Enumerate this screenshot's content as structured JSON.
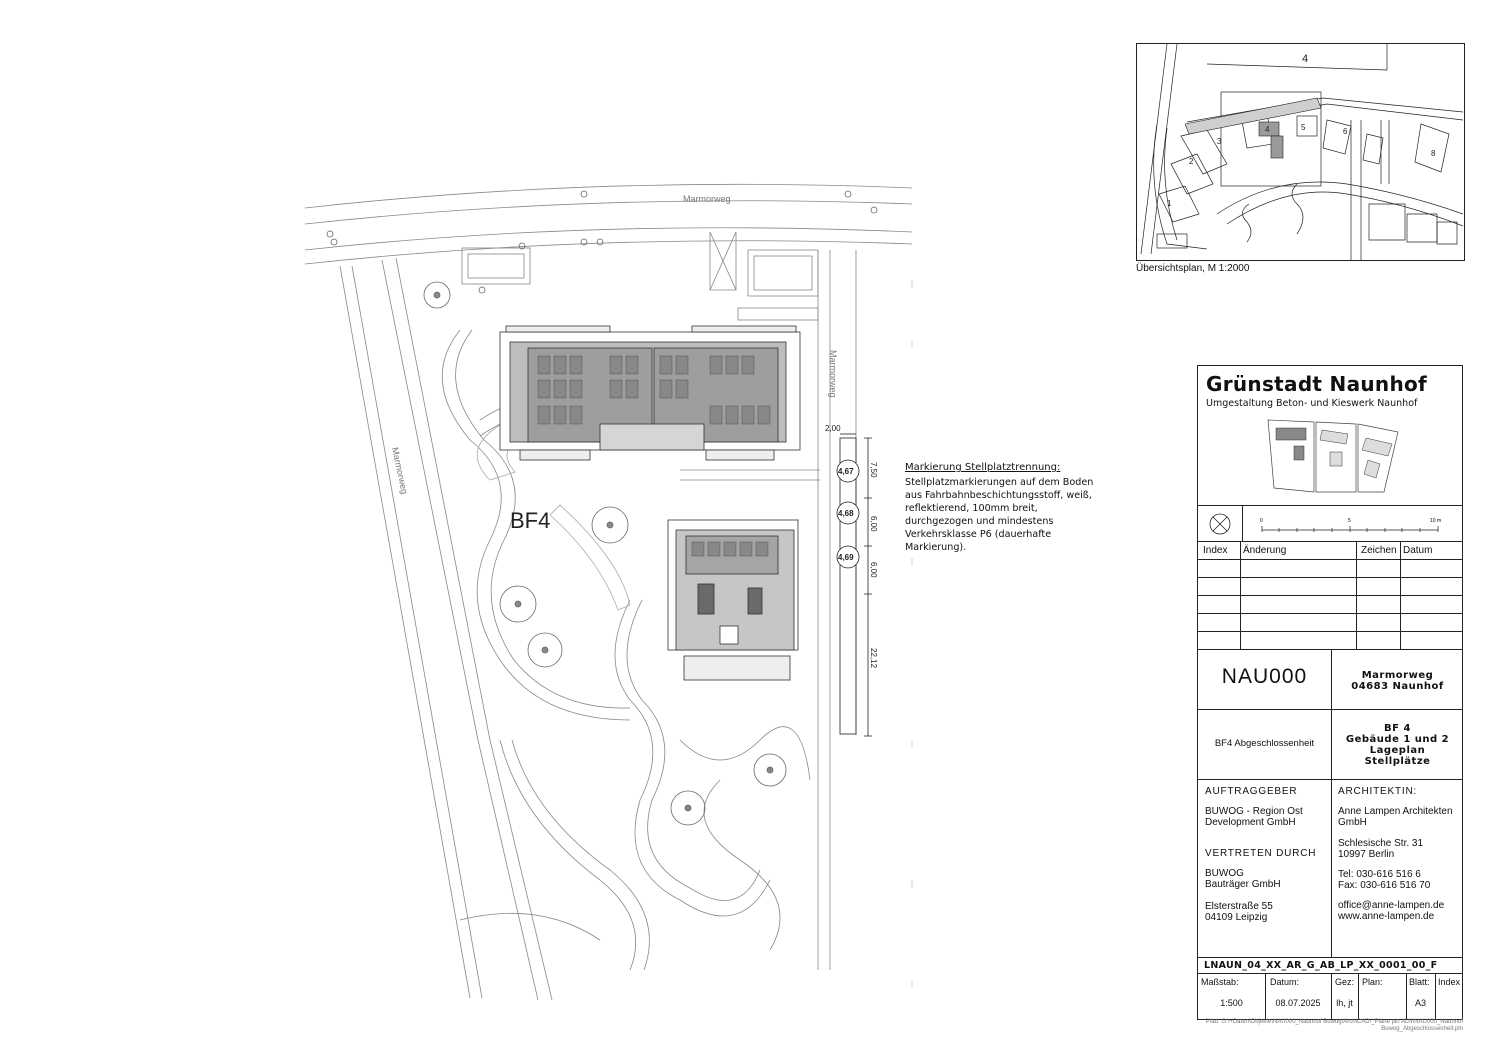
{
  "plan": {
    "street_top": "Marmorweg",
    "street_right": "Marmorweg",
    "street_left": "Marmorweg",
    "plot_label": "BF4",
    "dimensions": {
      "width_label": "2,00",
      "d1": "7,50",
      "d2": "6,00",
      "d3": "6,00",
      "d4": "22,12"
    },
    "heights": [
      "4,67",
      "4,68",
      "4,69"
    ]
  },
  "note": {
    "heading": "Markierung Stellplatztrennung:",
    "body": "Stellplatzmarkierungen auf dem Boden aus Fahrbahnbeschichtungsstoff, weiß, reflektierend, 100mm breit, durchgezogen und mindestens Verkehrsklasse P6 (dauerhafte Markierung)."
  },
  "overview": {
    "caption": "Übersichtsplan, M 1:2000",
    "labels": [
      "4",
      "1",
      "2",
      "3",
      "4",
      "5",
      "6",
      "8"
    ]
  },
  "titleblock": {
    "title": "Grünstadt Naunhof",
    "subtitle": "Umgestaltung Beton- und Kieswerk Naunhof",
    "scale_ticks": [
      "0",
      "5",
      "10 m"
    ],
    "revision_headers": {
      "index": "Index",
      "change": "Änderung",
      "sign": "Zeichen",
      "date": "Datum"
    },
    "project_code": "NAU000",
    "address_line1": "Marmorweg",
    "address_line2": "04683 Naunhof",
    "plan_type": "BF4 Abgeschlossenheit",
    "plan_title": [
      "BF 4",
      "Gebäude 1 und 2",
      "Lageplan",
      "Stellplätze"
    ],
    "client_heading": "AUFTRAGGEBER",
    "client_name": [
      "BUWOG - Region Ost",
      "Development GmbH"
    ],
    "represented_heading": "VERTRETEN DURCH",
    "represented_name": [
      "BUWOG",
      "Bauträger GmbH"
    ],
    "client_address": [
      "Elsterstraße 55",
      "04109 Leipzig"
    ],
    "architect_heading": "ARCHITEKTIN:",
    "architect_name": [
      "Anne Lampen Architekten",
      "GmbH"
    ],
    "architect_address": [
      "Schlesische Str. 31",
      "10997 Berlin"
    ],
    "architect_phone": [
      "Tel: 030-616 516 6",
      "Fax: 030-616 516 70"
    ],
    "architect_web": [
      "office@anne-lampen.de",
      "www.anne-lampen.de"
    ],
    "drawing_number": "LNAUN_04_XX_AR_G_AB_LP_XX_0001_00_F",
    "footer_headers": {
      "scale": "Maßstab:",
      "date": "Datum:",
      "drawn": "Gez:",
      "plan": "Plan:",
      "sheet": "Blatt:",
      "index": "Index"
    },
    "footer_values": {
      "scale": "1:500",
      "date": "08.07.2025",
      "drawn": "lh, jt",
      "plan": "",
      "sheet": "A3",
      "index": ""
    }
  },
  "file_path": "Pfad: G:\\+Daten\\Objekte\\NAU000_Naunhof Buwog\\ArchiCAD\\_Pläne pln ALN\\NAU000_Naunhof Buwog_Abgeschlossenheit.pln"
}
